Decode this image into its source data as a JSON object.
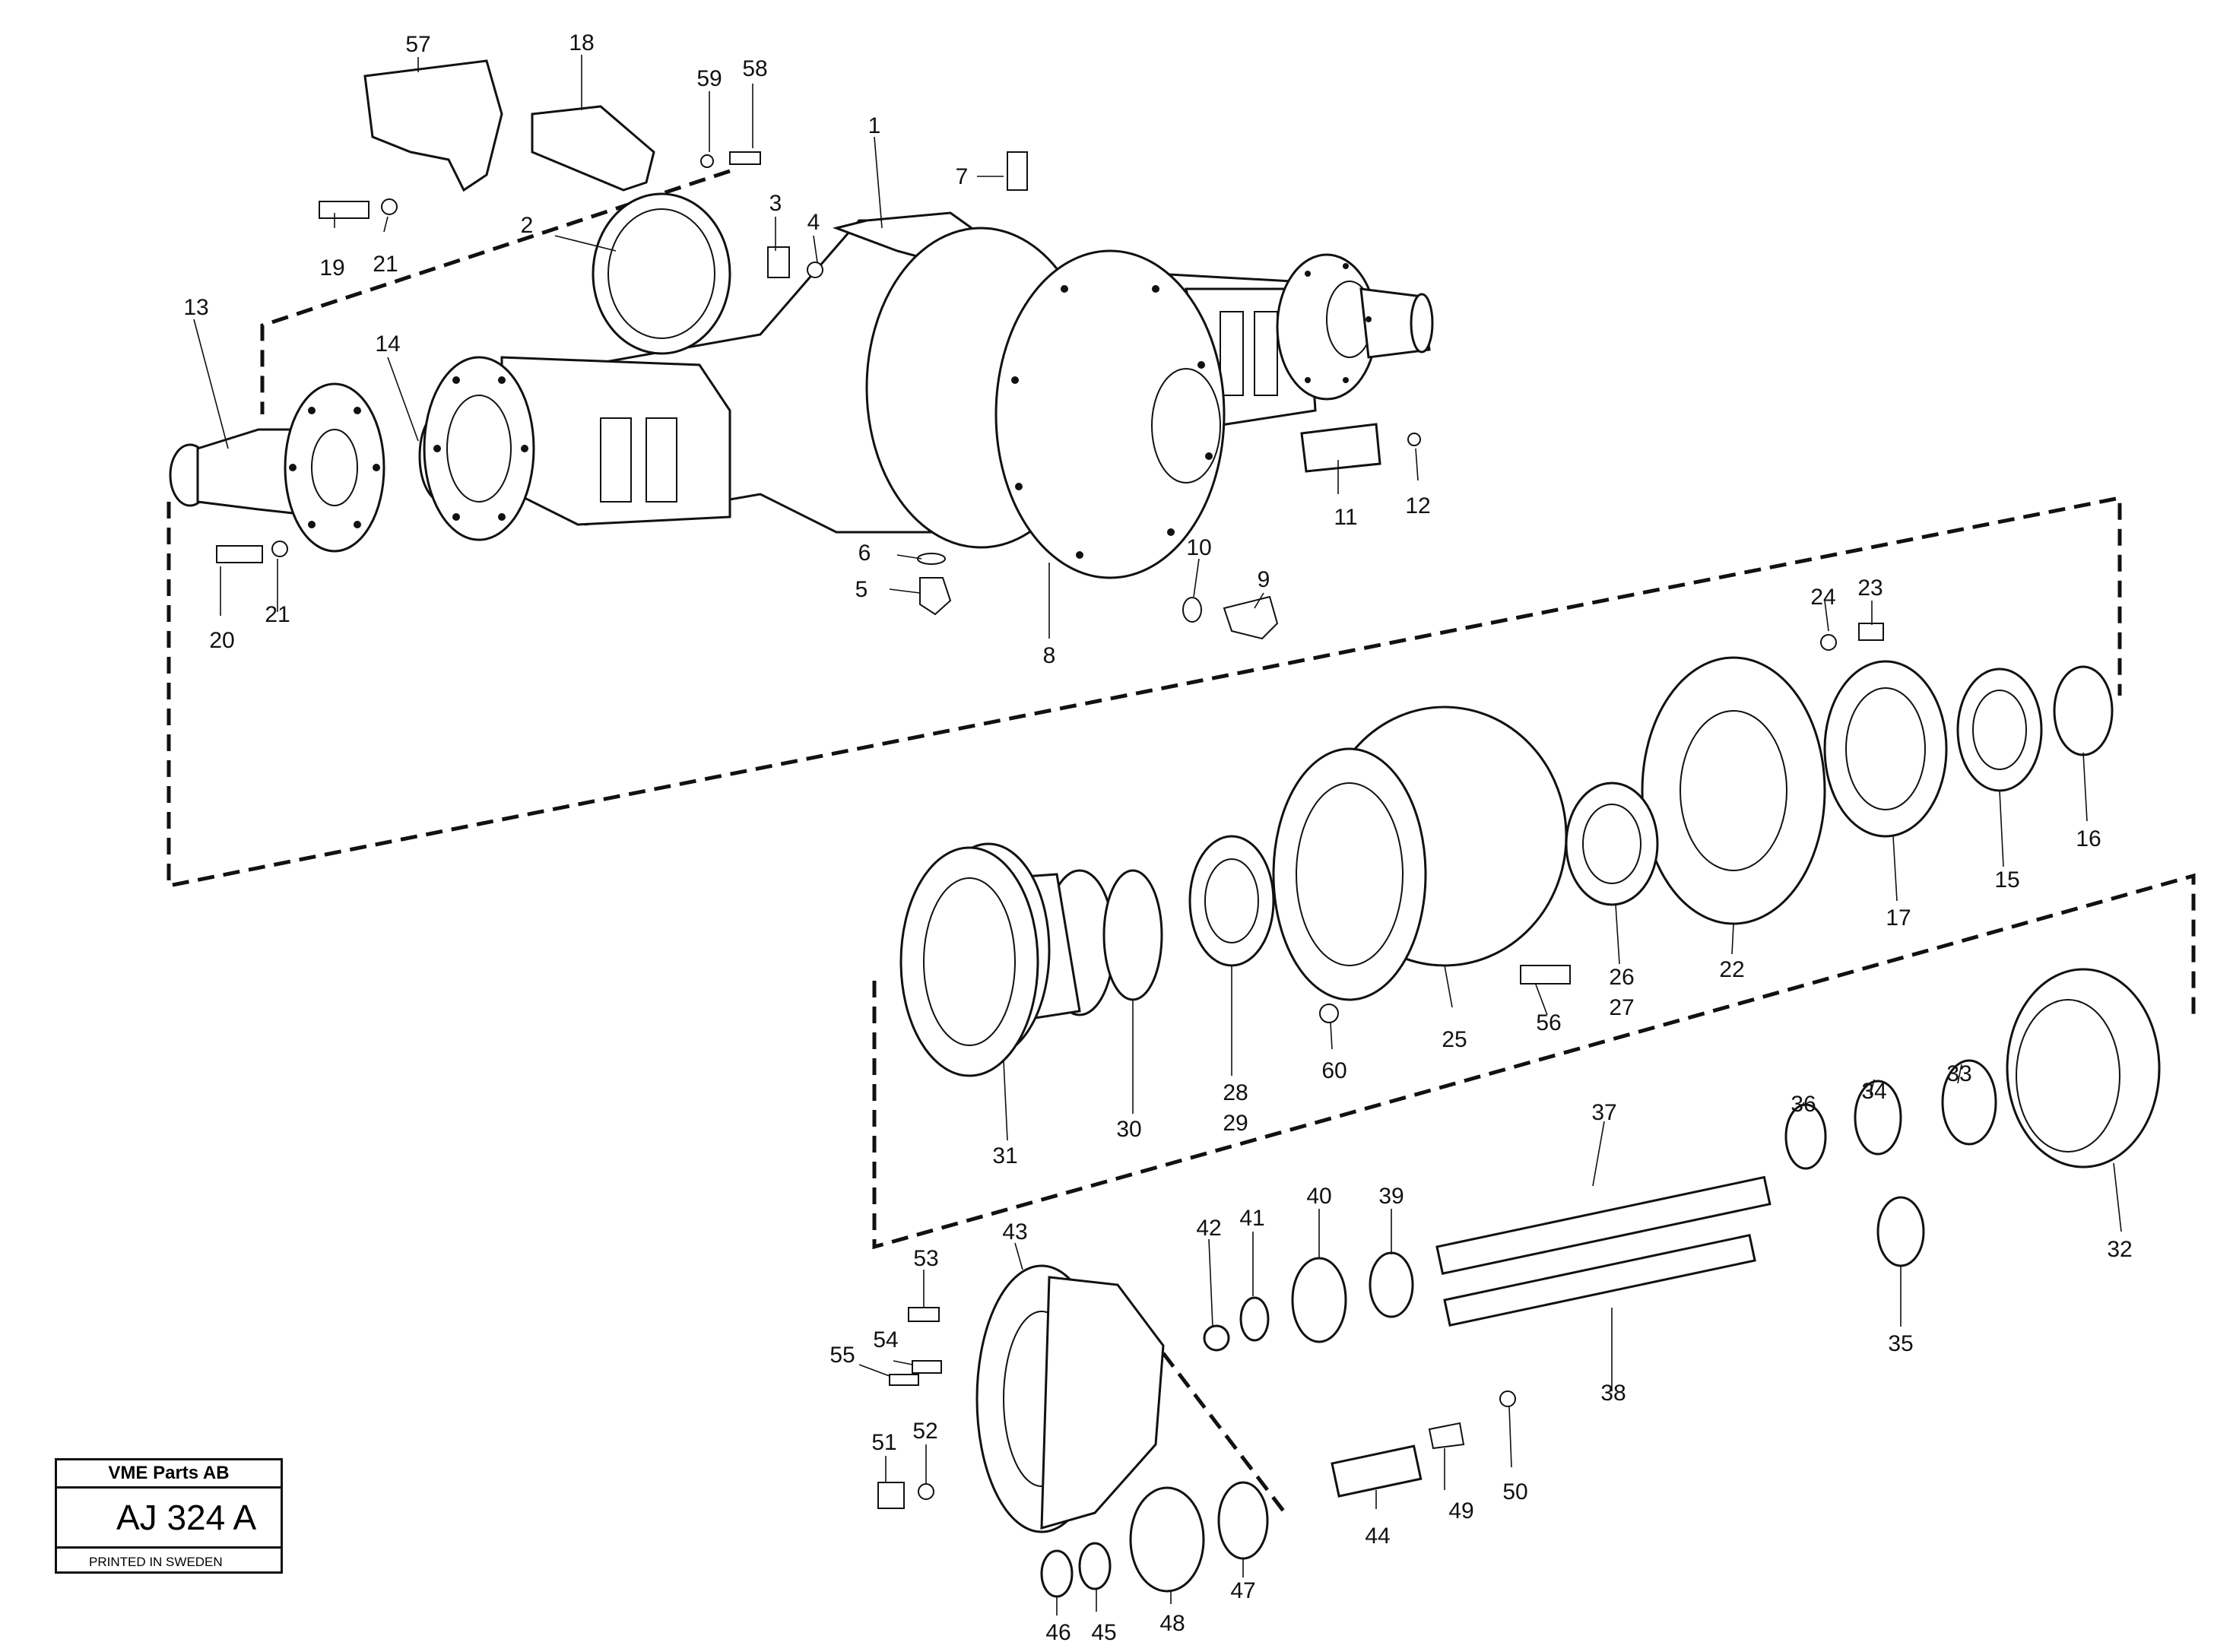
{
  "title_block": {
    "company": "VME Parts AB",
    "drawing_number": "AJ 324 A",
    "printed": "PRINTED IN SWEDEN"
  },
  "part_labels": [
    "57",
    "18",
    "59",
    "58",
    "1",
    "7",
    "2",
    "3",
    "4",
    "19",
    "21",
    "13",
    "14",
    "11",
    "12",
    "20",
    "21",
    "6",
    "5",
    "10",
    "9",
    "8",
    "24",
    "23",
    "16",
    "15",
    "17",
    "22",
    "26",
    "27",
    "25",
    "56",
    "60",
    "28",
    "29",
    "30",
    "31",
    "33",
    "34",
    "36",
    "37",
    "32",
    "39",
    "40",
    "41",
    "42",
    "43",
    "53",
    "54",
    "55",
    "51",
    "52",
    "38",
    "35",
    "49",
    "50",
    "44",
    "47",
    "48",
    "45",
    "46"
  ]
}
